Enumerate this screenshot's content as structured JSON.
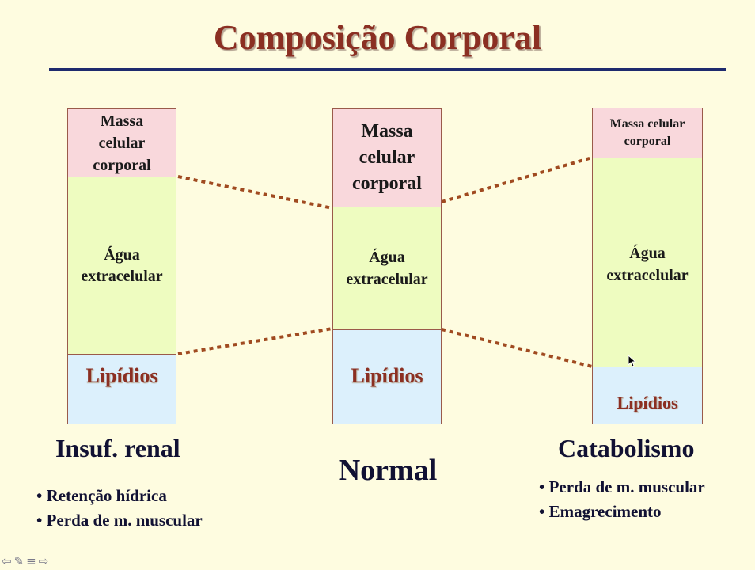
{
  "title": "Composição Corporal",
  "columns": [
    {
      "id": "insuf",
      "mass_lines": [
        "Massa",
        "celular",
        "corporal"
      ],
      "water_lines": [
        "Água",
        "extracelular"
      ],
      "lipid": "Lipídios",
      "caption": "Insuf. renal",
      "bullets": [
        "Retenção hídrica",
        "Perda de m. muscular"
      ]
    },
    {
      "id": "normal",
      "mass_lines": [
        "Massa",
        "celular",
        "corporal"
      ],
      "water_lines": [
        "Água",
        "extracelular"
      ],
      "lipid": "Lipídios",
      "caption": "Normal",
      "bullets": []
    },
    {
      "id": "catab",
      "mass_lines": [
        "Massa celular",
        "corporal"
      ],
      "water_lines": [
        "Água",
        "extracelular"
      ],
      "lipid": "Lipídios",
      "caption": "Catabolismo",
      "bullets": [
        "Perda de m. muscular",
        "Emagrecimento"
      ]
    }
  ],
  "colors": {
    "title": "#8b2f22",
    "mass": "#f9d8dc",
    "water": "#eefcc0",
    "lipid": "#dcf0fc",
    "connector": "#a04a20",
    "rule": "#1e2a6e",
    "background": "#fefce0"
  },
  "nav_icons": [
    "back-arrow-icon",
    "pen-icon",
    "menu-icon",
    "forward-arrow-icon"
  ]
}
